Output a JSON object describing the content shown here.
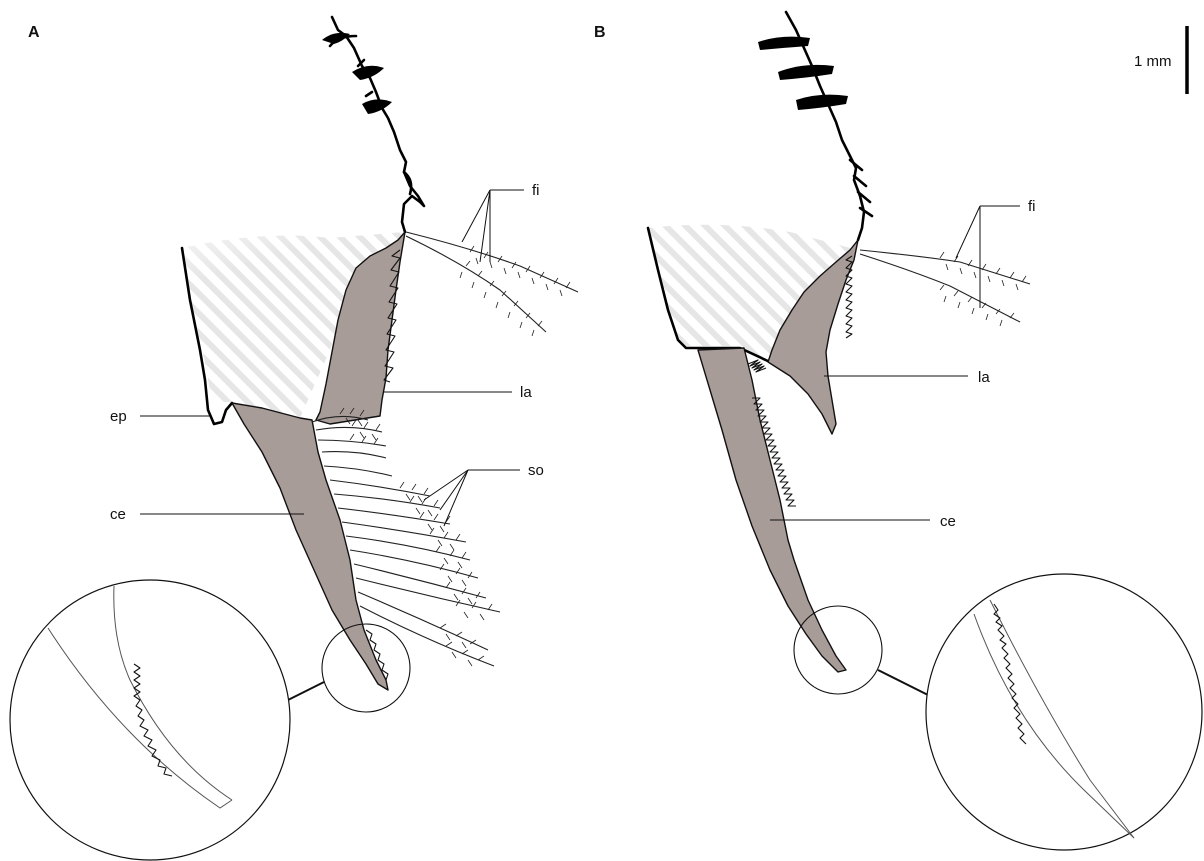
{
  "panels": [
    {
      "id": "A",
      "label": "A",
      "labels": {
        "fi": "fi",
        "la": "la",
        "ep": "ep",
        "so": "so",
        "ce": "ce"
      }
    },
    {
      "id": "B",
      "label": "B",
      "labels": {
        "fi": "fi",
        "la": "la",
        "ce": "ce"
      }
    }
  ],
  "scale_bar": {
    "label": "1 mm"
  },
  "colors": {
    "plate_fill": "#a89c98",
    "outline": "#111111",
    "hatch": "#dcdcdc"
  }
}
